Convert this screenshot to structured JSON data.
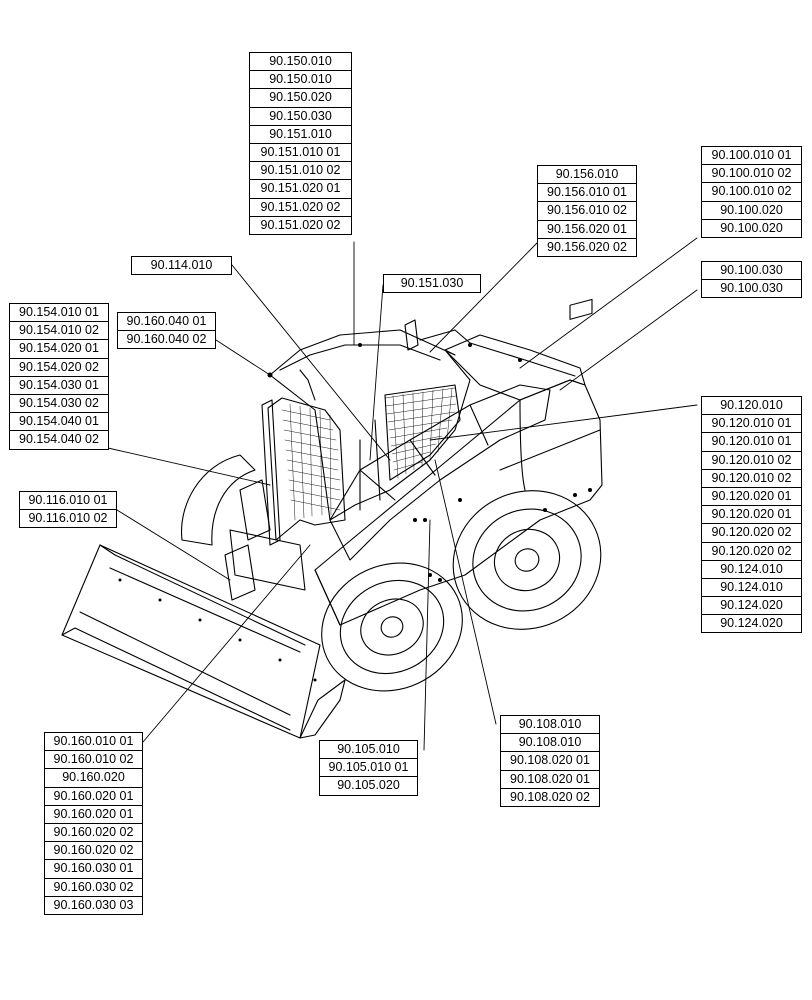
{
  "callouts": {
    "cab_structure": [
      "90.150.010",
      "90.150.010",
      "90.150.020",
      "90.150.030",
      "90.151.010",
      "90.151.010 01",
      "90.151.010 02",
      "90.151.020 01",
      "90.151.020 02",
      "90.151.020 02"
    ],
    "side_panels": [
      "90.156.010",
      "90.156.010 01",
      "90.156.010 02",
      "90.156.020 01",
      "90.156.020 02"
    ],
    "rear_hood": [
      "90.100.010 01",
      "90.100.010 02",
      "90.100.010 02",
      "90.100.020",
      "90.100.020"
    ],
    "cab_window": [
      "90.114.010"
    ],
    "cab_rear": [
      "90.151.030"
    ],
    "engine_cover": [
      "90.100.030",
      "90.100.030"
    ],
    "cab_front": [
      "90.160.040 01",
      "90.160.040 02"
    ],
    "loader_arm_left": [
      "90.154.010 01",
      "90.154.010 02",
      "90.154.020 01",
      "90.154.020 02",
      "90.154.030 01",
      "90.154.030 02",
      "90.154.040 01",
      "90.154.040 02"
    ],
    "frame_side": [
      "90.120.010",
      "90.120.010 01",
      "90.120.010 01",
      "90.120.010 02",
      "90.120.010 02",
      "90.120.020 01",
      "90.120.020 01",
      "90.120.020 02",
      "90.120.020 02",
      "90.124.010",
      "90.124.010",
      "90.124.020",
      "90.124.020"
    ],
    "bucket": [
      "90.116.010 01",
      "90.116.010 02"
    ],
    "loader_cylinder": [
      "90.108.010",
      "90.108.010",
      "90.108.020 01",
      "90.108.020 01",
      "90.108.020 02"
    ],
    "loader_arm": [
      "90.105.010",
      "90.105.010 01",
      "90.105.020"
    ],
    "operator_station": [
      "90.160.010 01",
      "90.160.010 02",
      "90.160.020",
      "90.160.020 01",
      "90.160.020 01",
      "90.160.020 02",
      "90.160.020 02",
      "90.160.030 01",
      "90.160.030 02",
      "90.160.030 03"
    ]
  },
  "colors": {
    "line": "#000000",
    "background": "#ffffff"
  }
}
